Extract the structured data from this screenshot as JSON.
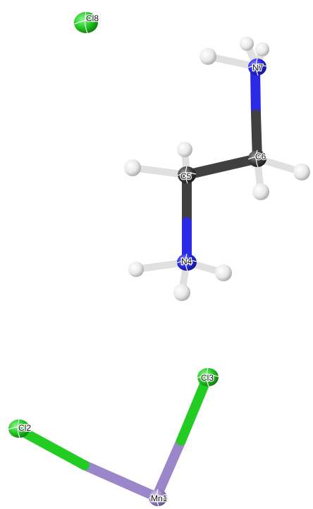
{
  "colors": {
    "background": "#ffffff",
    "carbon": "#404040",
    "nitrogen": "#2a2ae6",
    "hydrogen": "#ececec",
    "chlorine": "#22cc22",
    "manganese": "#9a86c8"
  },
  "atoms": [
    {
      "id": "cl8",
      "label": "Cl8",
      "element": "chlorine"
    },
    {
      "id": "n7",
      "label": "N7",
      "element": "nitrogen"
    },
    {
      "id": "c6",
      "label": "C6",
      "element": "carbon"
    },
    {
      "id": "c5",
      "label": "C5",
      "element": "carbon"
    },
    {
      "id": "n4",
      "label": "N4",
      "element": "nitrogen"
    },
    {
      "id": "cl3",
      "label": "Cl3",
      "element": "chlorine"
    },
    {
      "id": "cl2",
      "label": "Cl2",
      "element": "chlorine"
    },
    {
      "id": "mn1",
      "label": "Mn1",
      "element": "manganese"
    }
  ],
  "bonds": [
    [
      "n7",
      "c6"
    ],
    [
      "c6",
      "c5"
    ],
    [
      "c5",
      "n4"
    ],
    [
      "mn1",
      "cl3"
    ],
    [
      "mn1",
      "cl2"
    ]
  ]
}
